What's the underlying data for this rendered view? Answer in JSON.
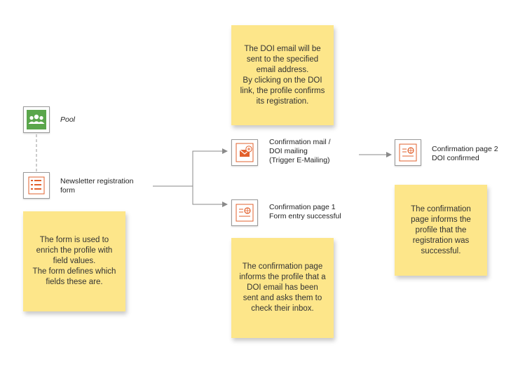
{
  "colors": {
    "note_background": "#fde68a",
    "accent_orange": "#e2602c",
    "pool_green": "#5aa64b",
    "connector": "#8a8a8a"
  },
  "nodes": {
    "pool": {
      "label": "Pool",
      "icon": "group-icon"
    },
    "registration_form": {
      "label": "Newsletter registration\nform",
      "icon": "form-icon"
    },
    "doi_mailing": {
      "label": "Confirmation mail /\nDOI mailing\n(Trigger E-Mailing)",
      "icon": "email-icon"
    },
    "confirmation_page_1": {
      "label": "Confirmation page 1\nForm entry successful",
      "icon": "web-page-icon"
    },
    "confirmation_page_2": {
      "label": "Confirmation page 2\nDOI confirmed",
      "icon": "web-page-icon"
    }
  },
  "notes": {
    "doi_email": "The DOI email will be\nsent to the specified\nemail address.\nBy clicking on the DOI\nlink, the profile confirms\nits registration.",
    "form": "The form is used to\nenrich the profile with\nfield values.\nThe form defines which\nfields these are.",
    "confirmation_page_1": "The confirmation page\ninforms the profile that a\nDOI email has been\nsent and asks them to\ncheck their inbox.",
    "confirmation_page_2": "The confirmation\npage informs the\nprofile that the\nregistration was\nsuccessful."
  }
}
